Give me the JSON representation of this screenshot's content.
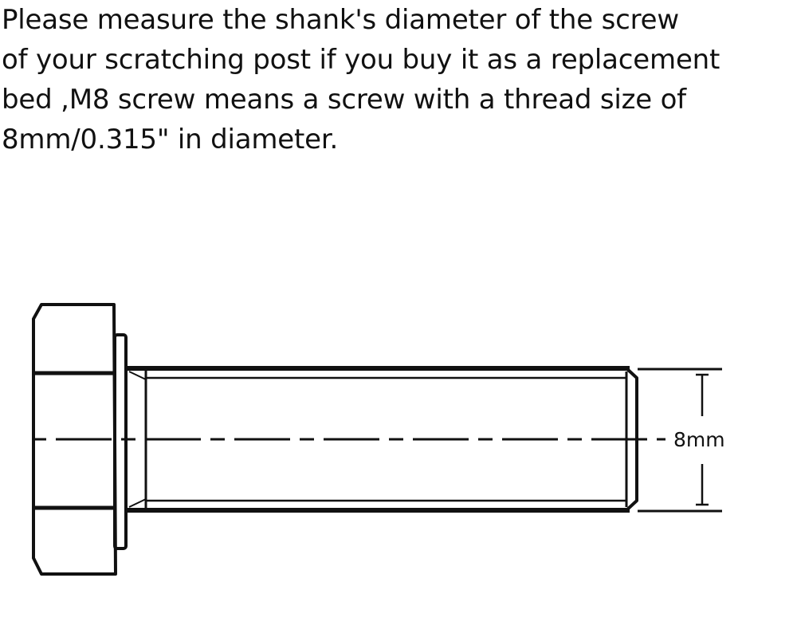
{
  "instructions": {
    "lines": [
      "Please measure the shank's diameter of the screw",
      "of your scratching post if you buy it as a replacement",
      "bed ,M8 screw means a screw with a thread size of",
      "8mm/0.315\" in diameter."
    ]
  },
  "diagram": {
    "dimension_label": "8mm",
    "line_color": "#111111"
  }
}
